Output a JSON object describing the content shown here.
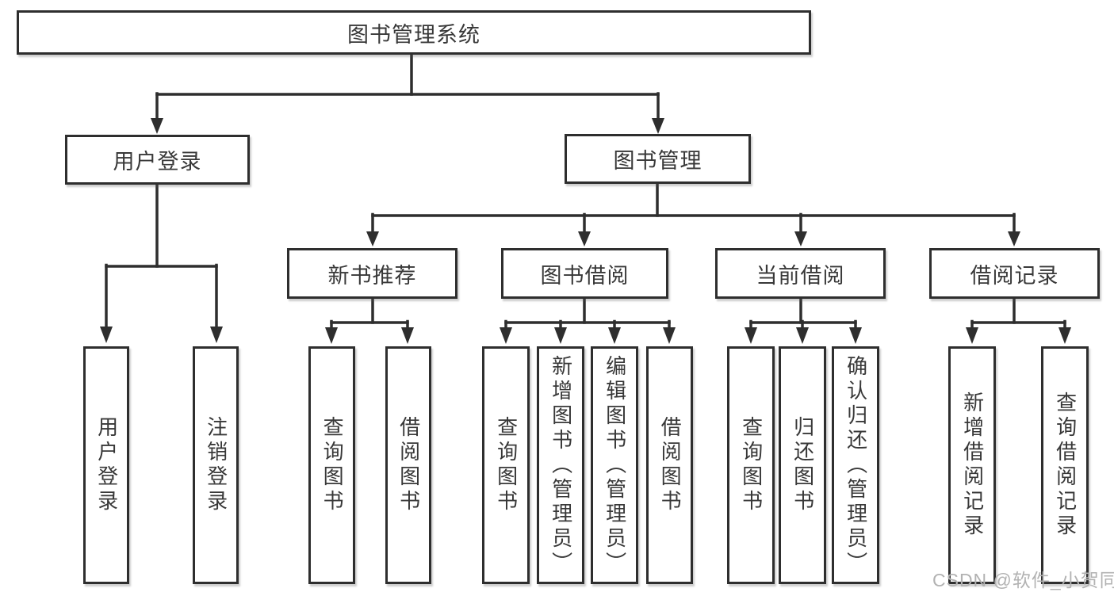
{
  "diagram": {
    "type": "hierarchy",
    "root": {
      "label": "图书管理系统",
      "children": [
        {
          "label": "用户登录",
          "children": [
            {
              "label": "用户登录"
            },
            {
              "label": "注销登录"
            }
          ]
        },
        {
          "label": "图书管理",
          "children": [
            {
              "label": "新书推荐",
              "children": [
                {
                  "label": "查询图书"
                },
                {
                  "label": "借阅图书"
                }
              ]
            },
            {
              "label": "图书借阅",
              "children": [
                {
                  "label": "查询图书"
                },
                {
                  "label": "新增图书（管理员）"
                },
                {
                  "label": "编辑图书（管理员）"
                },
                {
                  "label": "借阅图书"
                }
              ]
            },
            {
              "label": "当前借阅",
              "children": [
                {
                  "label": "查询图书"
                },
                {
                  "label": "归还图书"
                },
                {
                  "label": "确认归还（管理员）"
                }
              ]
            },
            {
              "label": "借阅记录",
              "children": [
                {
                  "label": "新增借阅记录"
                },
                {
                  "label": "查询借阅记录"
                }
              ]
            }
          ]
        }
      ]
    }
  },
  "watermark": {
    "text": "CSDN @软件_小贺同学",
    "color": "#b2b2b2"
  },
  "colors": {
    "background": "#ffffff",
    "border": "#2e2e2e",
    "line": "#2e2e2e",
    "text": "#383838"
  }
}
